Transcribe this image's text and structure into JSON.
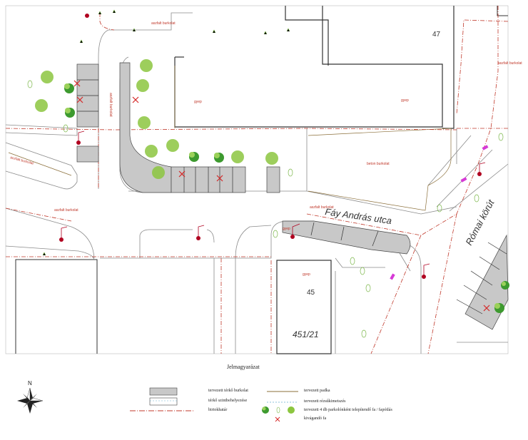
{
  "map": {
    "street_name": "Fáy András utca",
    "ring_road_name": "Római körút",
    "building_number_47": "47",
    "building_number_45": "45",
    "parcel_number": "451/21",
    "surface_labels": {
      "asphalt_1": "aszfalt burkolat",
      "asphalt_2": "aszfalt burkolat",
      "asphalt_3": "aszfalt burkolat",
      "asphalt_4": "aszfalt burkolat",
      "asphalt_5": "aszfalt burkolat",
      "asphalt_6": "aszfalt burkolat",
      "grass_1": "gyep",
      "grass_2": "gyep",
      "grass_3": "gyep",
      "grass_4": "gyep",
      "mixed": "beton burkolat"
    },
    "compass_letter": "N"
  },
  "legend": {
    "title": "Jelmagyarázat",
    "items": [
      {
        "label": "tervezett térkő burkolat",
        "symbol": "gray-box"
      },
      {
        "label": "térkő szintbehelyezése",
        "symbol": "light-box"
      },
      {
        "label": "birtokhatár",
        "symbol": "dash-dot-line"
      },
      {
        "label": "tervezett padka",
        "symbol": "brown-line"
      },
      {
        "label": "tervezett rézsűkimetszés",
        "symbol": "dotted-line"
      },
      {
        "label": "tervezett 4 db parkolónként telepítendő fa / fapótlás",
        "symbol": "tree-icons"
      },
      {
        "label": "kivágandó fa",
        "symbol": "red-x"
      }
    ]
  },
  "colors": {
    "property_line": "#c0392b",
    "paving": "#c8c8c8",
    "curb": "#8b6f3a",
    "tree_green": "#8cc63f",
    "building_line": "#333333"
  }
}
